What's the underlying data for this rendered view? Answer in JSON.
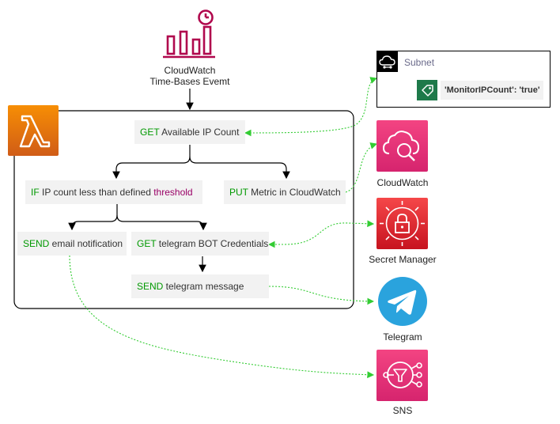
{
  "trigger": {
    "label_line1": "CloudWatch",
    "label_line2": "Time-Bases Evemt"
  },
  "lambda": {
    "steps": {
      "get_ip": {
        "kw": "GET",
        "text": " Available IP Count"
      },
      "if_ip": {
        "kw": "IF",
        "text": " IP count less than defined ",
        "highlight": "threshold"
      },
      "put_metric": {
        "kw": "PUT",
        "text": " Metric in CloudWatch"
      },
      "send_email": {
        "kw": "SEND",
        "text": " email notification"
      },
      "get_telegram": {
        "kw": "GET",
        "text": " telegram BOT Credentials"
      },
      "send_telegram": {
        "kw": "SEND",
        "text": " telegram message"
      }
    }
  },
  "subnet": {
    "title": "Subnet",
    "tag": "'MonitorIPCount': 'true'"
  },
  "services": {
    "cloudwatch": "CloudWatch",
    "secret_manager": "Secret Manager",
    "telegram": "Telegram",
    "sns": "SNS"
  },
  "colors": {
    "keyword": "#009900",
    "threshold": "#990066",
    "connector_dotted": "#33cc33",
    "cloudwatch_event": "#b0084d",
    "subnet_tag": "#1e7a4a",
    "telegram": "#2aa3dd"
  }
}
